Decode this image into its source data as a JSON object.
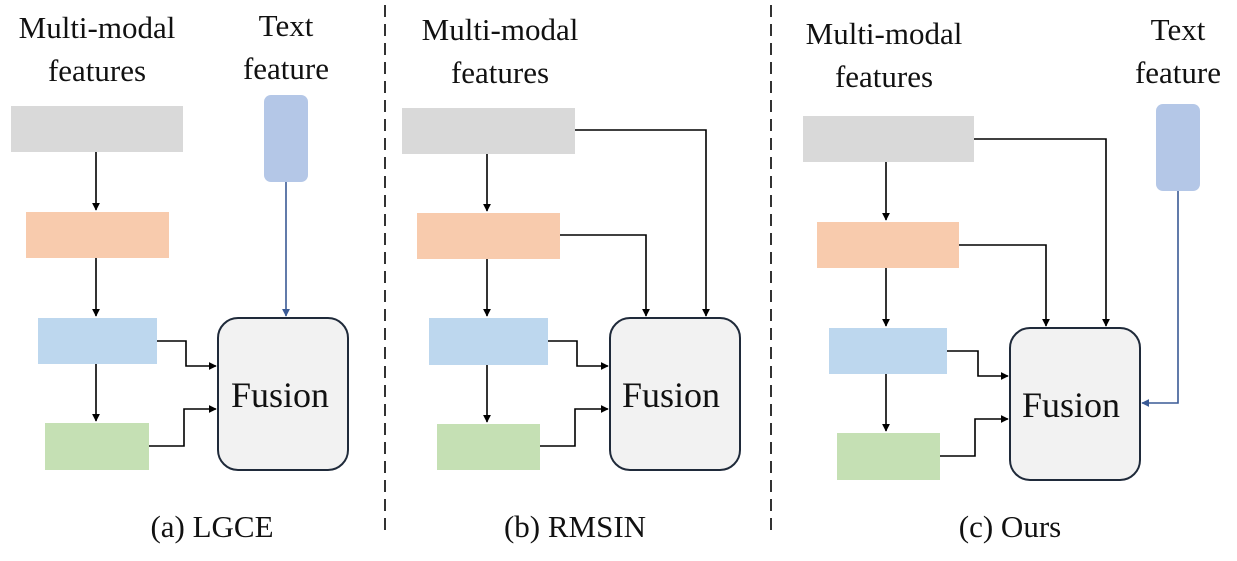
{
  "colors": {
    "gray": "#d9d9d9",
    "orange": "#f8cbad",
    "blue": "#bdd7ee",
    "green": "#c5e0b4",
    "text_feature": "#b4c7e7",
    "fusion_fill": "#f2f2f2",
    "fusion_stroke": "#1f2a3a",
    "arrow": "#000000",
    "text_arrow": "#3a5a95"
  },
  "panels": [
    {
      "id": "a",
      "caption": "(a) LGCE",
      "header_multimodal": [
        "Multi-modal",
        "features"
      ],
      "header_text": [
        "Text",
        "feature"
      ],
      "fusion_label": "Fusion",
      "connections": [
        "blue",
        "green",
        "text"
      ]
    },
    {
      "id": "b",
      "caption": "(b) RMSIN",
      "header_multimodal": [
        "Multi-modal",
        "features"
      ],
      "header_text": [],
      "fusion_label": "Fusion",
      "connections": [
        "gray",
        "orange",
        "blue",
        "green"
      ]
    },
    {
      "id": "c",
      "caption": "(c) Ours",
      "header_multimodal": [
        "Multi-modal",
        "features"
      ],
      "header_text": [
        "Text",
        "feature"
      ],
      "fusion_label": "Fusion",
      "connections": [
        "gray",
        "orange",
        "blue",
        "green",
        "text"
      ]
    }
  ]
}
